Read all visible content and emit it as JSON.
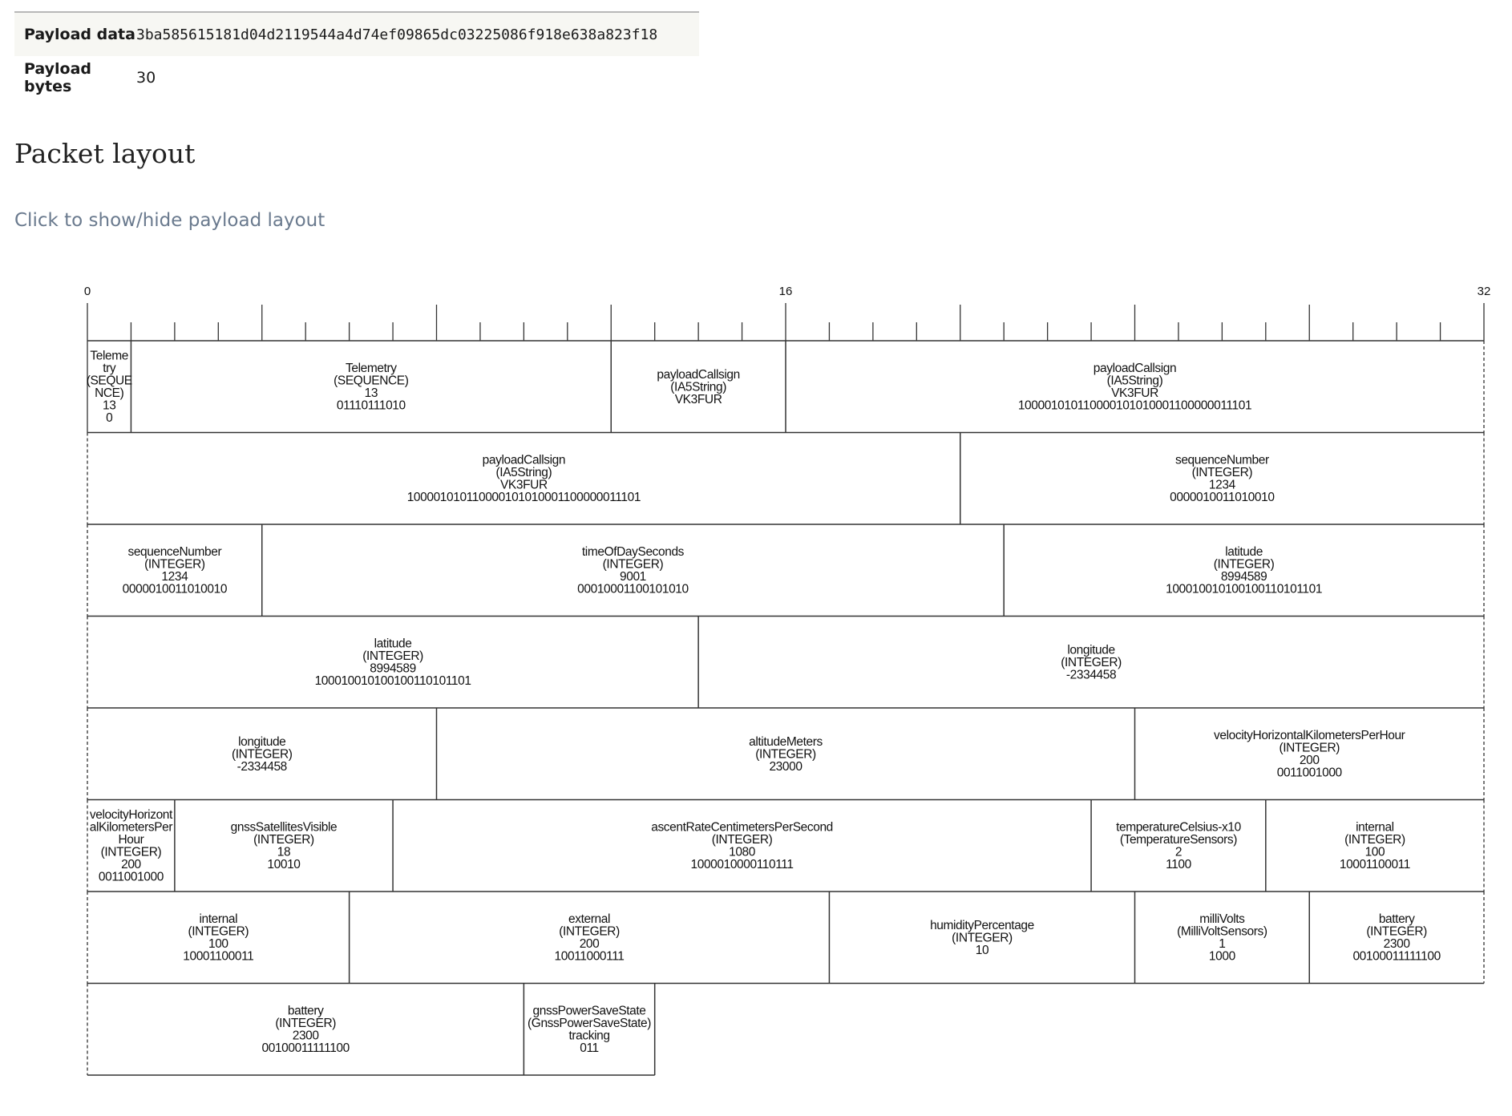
{
  "payload": {
    "data_label": "Payload data",
    "data_value": "3ba585615181d04d2119544a4d74ef09865dc03225086f918e638a823f18",
    "bytes_label": "Payload bytes",
    "bytes_value": "30"
  },
  "section": {
    "title": "Packet layout",
    "toggle_text": "Click to show/hide payload layout"
  },
  "layout": {
    "bits_per_row": 32,
    "ruler_labels": [
      "0",
      "16",
      "32"
    ],
    "rows": [
      [
        {
          "start": 0,
          "end": 1,
          "lines": [
            "Teleme",
            "try",
            "(SEQUE",
            "NCE)",
            "13",
            "0"
          ]
        },
        {
          "start": 1,
          "end": 12,
          "lines": [
            "Telemetry",
            "(SEQUENCE)",
            "13",
            "01110111010"
          ]
        },
        {
          "start": 12,
          "end": 16,
          "lines": [
            "payloadCallsign",
            "(IA5String)",
            "VK3FUR"
          ]
        },
        {
          "start": 16,
          "end": 32,
          "lines": [
            "payloadCallsign",
            "(IA5String)",
            "VK3FUR",
            "100001010110000101010001100000011101"
          ]
        }
      ],
      [
        {
          "start": 0,
          "end": 20,
          "lines": [
            "payloadCallsign",
            "(IA5String)",
            "VK3FUR",
            "100001010110000101010001100000011101"
          ]
        },
        {
          "start": 20,
          "end": 32,
          "lines": [
            "sequenceNumber",
            "(INTEGER)",
            "1234",
            "0000010011010010"
          ]
        }
      ],
      [
        {
          "start": 0,
          "end": 4,
          "lines": [
            "sequenceNumber",
            "(INTEGER)",
            "1234",
            "0000010011010010"
          ]
        },
        {
          "start": 4,
          "end": 21,
          "lines": [
            "timeOfDaySeconds",
            "(INTEGER)",
            "9001",
            "00010001100101010"
          ]
        },
        {
          "start": 21,
          "end": 32,
          "lines": [
            "latitude",
            "(INTEGER)",
            "8994589",
            "100010010100100110101101"
          ]
        }
      ],
      [
        {
          "start": 0,
          "end": 14,
          "lines": [
            "latitude",
            "(INTEGER)",
            "8994589",
            "100010010100100110101101"
          ]
        },
        {
          "start": 14,
          "end": 32,
          "lines": [
            "longitude",
            "(INTEGER)",
            "-2334458"
          ]
        }
      ],
      [
        {
          "start": 0,
          "end": 8,
          "lines": [
            "longitude",
            "(INTEGER)",
            "-2334458"
          ]
        },
        {
          "start": 8,
          "end": 24,
          "lines": [
            "altitudeMeters",
            "(INTEGER)",
            "23000"
          ]
        },
        {
          "start": 24,
          "end": 32,
          "lines": [
            "velocityHorizontalKilometersPerHour",
            "(INTEGER)",
            "200",
            "0011001000"
          ]
        }
      ],
      [
        {
          "start": 0,
          "end": 2,
          "lines": [
            "velocityHorizont",
            "alKilometersPer",
            "Hour",
            "(INTEGER)",
            "200",
            "0011001000"
          ]
        },
        {
          "start": 2,
          "end": 7,
          "lines": [
            "gnssSatellitesVisible",
            "(INTEGER)",
            "18",
            "10010"
          ]
        },
        {
          "start": 7,
          "end": 23,
          "lines": [
            "ascentRateCentimetersPerSecond",
            "(INTEGER)",
            "1080",
            "1000010000110111"
          ]
        },
        {
          "start": 23,
          "end": 27,
          "lines": [
            "temperatureCelsius-x10",
            "(TemperatureSensors)",
            "2",
            "1100"
          ]
        },
        {
          "start": 27,
          "end": 32,
          "lines": [
            "internal",
            "(INTEGER)",
            "100",
            "10001100011"
          ]
        }
      ],
      [
        {
          "start": 0,
          "end": 6,
          "lines": [
            "internal",
            "(INTEGER)",
            "100",
            "10001100011"
          ]
        },
        {
          "start": 6,
          "end": 17,
          "lines": [
            "external",
            "(INTEGER)",
            "200",
            "10011000111"
          ]
        },
        {
          "start": 17,
          "end": 24,
          "lines": [
            "humidityPercentage",
            "(INTEGER)",
            "10"
          ]
        },
        {
          "start": 24,
          "end": 28,
          "lines": [
            "milliVolts",
            "(MilliVoltSensors)",
            "1",
            "1000"
          ]
        },
        {
          "start": 28,
          "end": 32,
          "lines": [
            "battery",
            "(INTEGER)",
            "2300",
            "00100011111100"
          ]
        }
      ],
      [
        {
          "start": 0,
          "end": 10,
          "lines": [
            "battery",
            "(INTEGER)",
            "2300",
            "00100011111100"
          ]
        },
        {
          "start": 10,
          "end": 13,
          "lines": [
            "gnssPowerSaveState",
            "(GnssPowerSaveState)",
            "tracking",
            "011"
          ]
        }
      ]
    ]
  }
}
